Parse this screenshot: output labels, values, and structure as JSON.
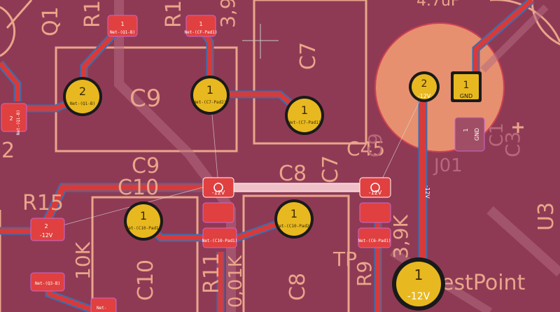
{
  "view": {
    "title": "PCB layout editor – copper and silkscreen view",
    "colors": {
      "board": "#8e3a55",
      "copper_track": "#d83a3a",
      "copper_track_blue_outline": "#3a6fb0",
      "pad_gold": "#e8b820",
      "pad_ring": "#1a1a1a",
      "silkscreen": "#e9a58a",
      "selection_highlight": "#f0c0c8",
      "smd_pad": "#e04040"
    }
  },
  "silkscreen_labels": {
    "q1": "Q1",
    "r1_top": "R1",
    "r1_top2": "R1",
    "val_39_top": "3,9",
    "c7_top": "C7",
    "c9_mid": "C9",
    "c9_lower": "C9",
    "c10_mid": "C10",
    "c8_mid": "C8",
    "c7_mid": "C7",
    "c45": "C45",
    "r15": "R15",
    "val_10k": "10K",
    "c10_bottom": "C10",
    "r11": "R11",
    "r11_val": "0,01K",
    "c8_bottom": "C8",
    "tp": "TP",
    "r9_val": "3,9K",
    "r9": "R9",
    "cap_val": "4.7uF",
    "testpoint": "estPoint",
    "u3": "U3",
    "num_2_left": "2",
    "c3_right": "C3",
    "c9_faint": "C9",
    "c1_faint": "C1",
    "xx_right": "J01"
  },
  "pads": {
    "q1b_num": "1",
    "q1b_net": "Net-(Q1-B)",
    "cfpad1_num": "1",
    "cfpad1_net": "Net-(CF-Pad1)",
    "q1b_big_num": "2",
    "q1b_big_net": "Net-(Q1-B)",
    "c7pad2_num": "1",
    "c7pad2_net": "Net-(C7-Pad2)",
    "c7pad1_num": "1",
    "c7pad1_net": "Net-(C7-Pad1)",
    "q1b_side_num": "2",
    "q1b_side_net": "Net-(Q1-B)",
    "cap_pad2_num": "2",
    "cap_pad2_net": "-12V",
    "cap_pad1_num": "1",
    "cap_pad1_net": "GND",
    "gnd_smd_num": "1",
    "gnd_smd_net": "GND",
    "sel_left_net": "-12V",
    "sel_right_net": "-12V",
    "r15_top_num": "2",
    "r15_top_net": "-12V",
    "r15_bot_net": "Net-(Q3-B)",
    "c10pad1_num": "1",
    "c10pad1_net": "Net-(C10-Pad1)",
    "c10pad2_num": "1",
    "c10pad2_net": "Net-(C10-Pad2)",
    "r11_bot_net": "Net-(C10-Pad1)",
    "r9_bot_net": "Net-(C6-Pad1)",
    "tp_num": "1",
    "tp_net": "-12V",
    "track_label": "-12V",
    "bottom_left_net": "Net-"
  }
}
